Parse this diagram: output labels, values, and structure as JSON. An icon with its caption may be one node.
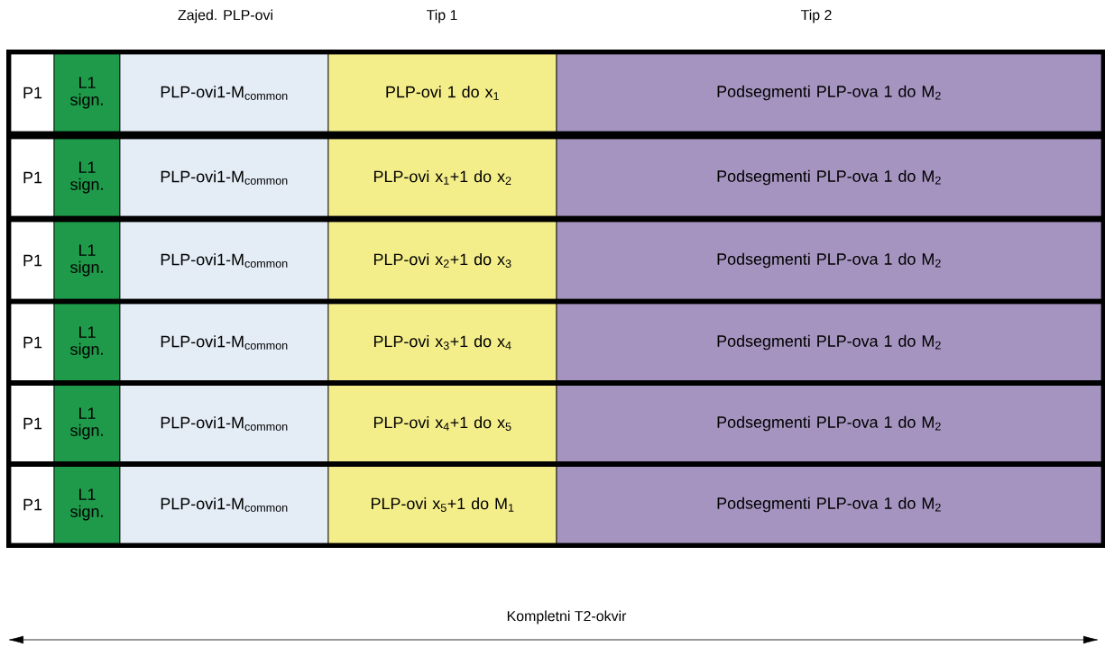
{
  "diagram": {
    "nodes": [
      {
        "text": [
          "P1"
        ]
      },
      {
        "text": [
          "L1 sign."
        ]
      },
      {
        "text": [
          "PLP-ovi1-M$_{common}$"
        ]
      },
      {
        "text": [
          "PLP-ovi 1 do x$_{1}$"
        ]
      },
      {
        "text": [
          "Podsegmenti PLP-ova 1 do M$_{2}$"
        ]
      },
      {
        "text": [
          "P1"
        ]
      },
      {
        "text": [
          "L1 sign."
        ]
      },
      {
        "text": [
          "PLP-ovi1-M$_{common}$"
        ]
      },
      {
        "text": [
          "PLP-ovi x$_{1}$+1 do x$_{2}$"
        ]
      },
      {
        "text": [
          "Podsegmenti PLP-ova 1 do M$_{2}$"
        ]
      },
      {
        "text": [
          "P1"
        ]
      },
      {
        "text": [
          "L1 sign."
        ]
      },
      {
        "text": [
          "PLP-ovi1-M$_{common}$"
        ]
      },
      {
        "text": [
          "PLP-ovi x$_{2}$+1 do x$_{3}$"
        ]
      },
      {
        "text": [
          "Podsegmenti PLP-ova 1 do M$_{2}$"
        ]
      },
      {
        "text": [
          "P1"
        ]
      },
      {
        "text": [
          "L1 sign."
        ]
      },
      {
        "text": [
          "PLP-ovi1-M$_{common}$"
        ]
      },
      {
        "text": [
          "PLP-ovi x$_{3}$+1 do x$_{4}$"
        ]
      },
      {
        "text": [
          "Podsegmenti PLP-ova 1 do M$_{2}$"
        ]
      },
      {
        "text": [
          "P1"
        ]
      },
      {
        "text": [
          "L1 sign."
        ]
      },
      {
        "text": [
          "PLP-ovi1-M$_{common}$"
        ]
      },
      {
        "text": [
          "PLP-ovi x$_{4}$+1 do x$_{5}$"
        ]
      },
      {
        "text": [
          "Podsegmenti PLP-ova 1 do M$_{2}$"
        ]
      },
      {
        "text": [
          "P1"
        ]
      },
      {
        "text": [
          "L1 sign."
        ]
      },
      {
        "text": [
          "PLP-ovi1-M$_{common}$"
        ]
      },
      {
        "text": [
          "PLP-ovi x$_{5}$+1 do M$_{1}$"
        ]
      },
      {
        "text": [
          "Podsegmenti PLP-ova 1 do M$_{2}$"
        ]
      }
    ],
    "labels": [
      "Zajed. PLP-ovi",
      "Tip 1",
      "Tip 2",
      "Kompletni T2-okvir"
    ]
  }
}
